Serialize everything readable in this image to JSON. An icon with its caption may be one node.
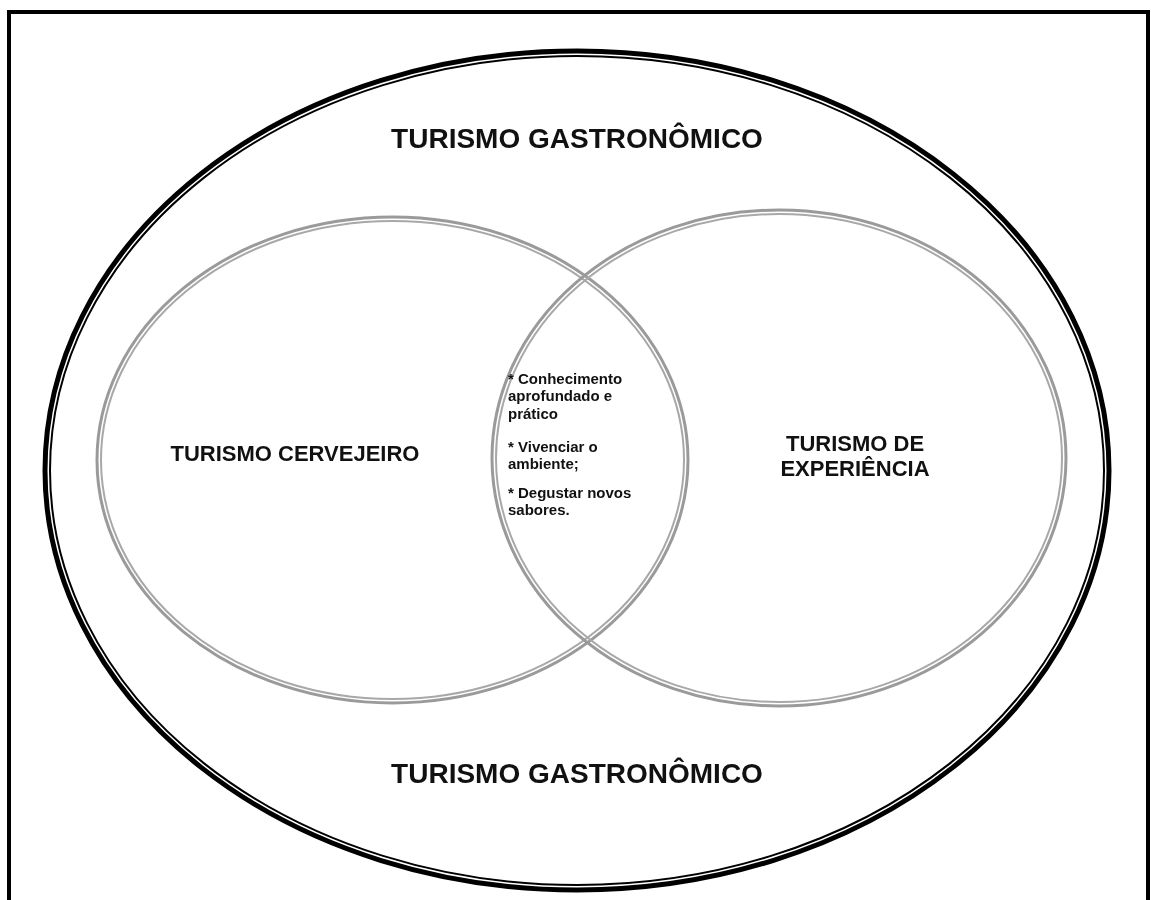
{
  "diagram": {
    "nodes": [
      {
        "text": [
          "TURISMO GASTRONÔMICO",
          "TURISMO GASTRONÔMICO"
        ]
      },
      {
        "text": [
          "TURISMO CERVEJEIRO"
        ],
        "in": 0
      },
      {
        "text": [
          "TURISMO DE EXPERIÊNCIA"
        ],
        "in": 0
      }
    ],
    "labels": [
      "* Conhecimento aprofundado e prático",
      "* Vivenciar o ambiente;",
      "* Degustar novos sabores."
    ]
  }
}
